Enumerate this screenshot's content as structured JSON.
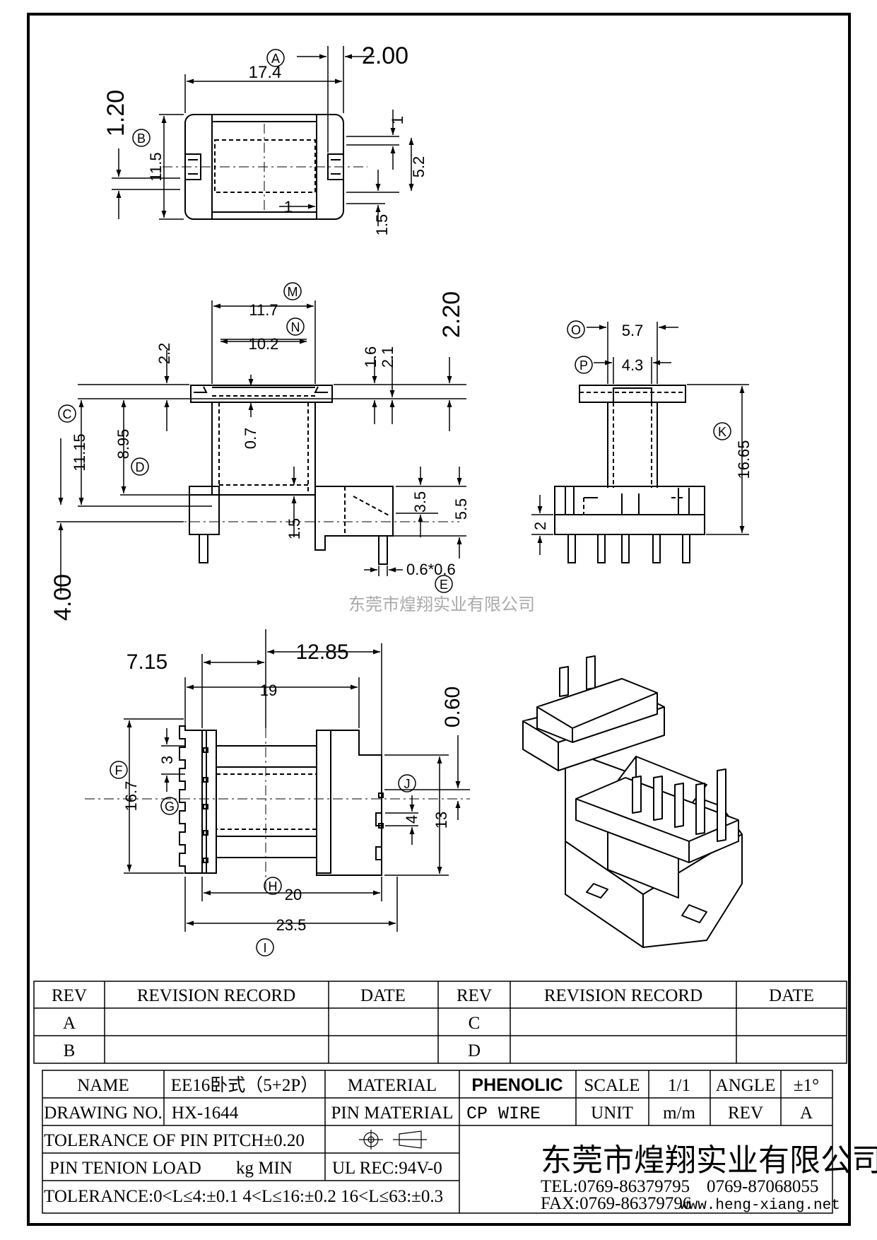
{
  "watermark": "东莞市煌翔实业有限公司",
  "site": "www.heng-xiang.net",
  "top_view": {
    "ref_a": "A",
    "ref_b": "B",
    "dim_2_00": "2.00",
    "dim_17_4": "17.4",
    "dim_1_20": "1.20",
    "dim_11_5": "11.5",
    "dim_1_top": "1",
    "dim_5_2": "5.2",
    "dim_1_bottom": "1",
    "dim_1_5": "1.5"
  },
  "front_view": {
    "ref_m": "M",
    "ref_n": "N",
    "ref_c": "C",
    "ref_d": "D",
    "ref_e": "E",
    "dim_11_7": "11.7",
    "dim_10_2": "10.2",
    "dim_2_20": "2.20",
    "dim_2_2": "2.2",
    "dim_1_6": "1.6",
    "dim_2_1": "2.1",
    "dim_11_15": "11.15",
    "dim_8_95": "8.95",
    "dim_0_7": "0.7",
    "dim_3_5": "3.5",
    "dim_5_5": "5.5",
    "dim_1_5": "1.5",
    "dim_4_00": "4.00",
    "dim_pin": "0.6*0.6"
  },
  "side_view": {
    "ref_o": "O",
    "ref_p": "P",
    "ref_k": "K",
    "dim_5_7": "5.7",
    "dim_4_3": "4.3",
    "dim_16_65": "16.65",
    "dim_2": "2"
  },
  "bottom_view": {
    "ref_f": "F",
    "ref_g": "G",
    "ref_h": "H",
    "ref_i": "I",
    "ref_j": "J",
    "dim_7_15": "7.15",
    "dim_12_85": "12.85",
    "dim_19": "19",
    "dim_0_60": "0.60",
    "dim_16_7": "16.7",
    "dim_3": "3",
    "dim_4": "4",
    "dim_13": "13",
    "dim_20": "20",
    "dim_23_5": "23.5"
  },
  "revision_table": {
    "headers": [
      "REV",
      "REVISION RECORD",
      "DATE",
      "REV",
      "REVISION RECORD",
      "DATE"
    ],
    "rows": [
      [
        "A",
        "",
        "",
        "C",
        "",
        ""
      ],
      [
        "B",
        "",
        "",
        "D",
        "",
        ""
      ]
    ]
  },
  "title_block": {
    "name_label": "NAME",
    "name_value": "EE16卧式（5+2P）",
    "material_label": "MATERIAL",
    "material_value": "PHENOLIC",
    "scale_label": "SCALE",
    "scale_value": "1/1",
    "angle_label": "ANGLE",
    "angle_value": "±1°",
    "drawing_no_label": "DRAWING NO.",
    "drawing_no_value": "HX-1644",
    "pin_material_label": "PIN MATERIAL",
    "pin_material_value": "CP WIRE",
    "unit_label": "UNIT",
    "unit_value": "m/m",
    "rev_label": "REV",
    "rev_value": "A",
    "tolerance_pitch": "TOLERANCE OF PIN PITCH±0.20",
    "pin_tension_label": "PIN TENION LOAD",
    "pin_tension_unit": "kg MIN",
    "ul_rec": "UL REC:94V-0",
    "tolerance_general": "TOLERANCE:0<L≤4:±0.1  4<L≤16:±0.2  16<L≤63:±0.3",
    "company": "东莞市煌翔实业有限公司",
    "tel": "TEL:0769-86379795",
    "tel2": "0769-87068055",
    "fax": "FAX:0769-86379796"
  }
}
